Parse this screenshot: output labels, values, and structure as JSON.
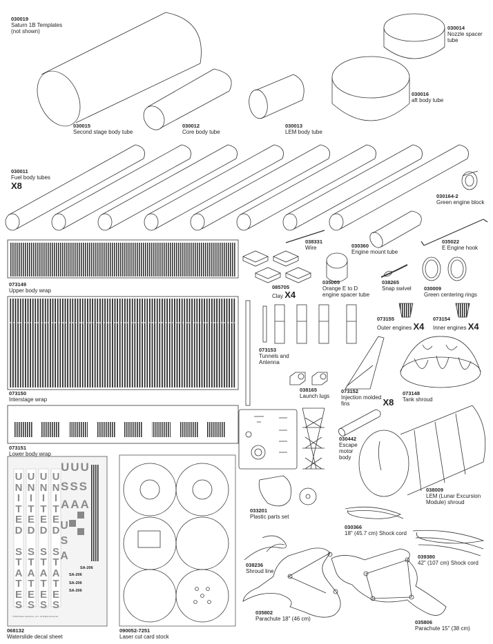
{
  "parts": {
    "p030019": {
      "number": "030019",
      "name": "Saturn 1B Templates\n(not shown)"
    },
    "p030014": {
      "number": "030014",
      "name": "Nozzle spacer\ntube"
    },
    "p030016": {
      "number": "030016",
      "name": "aft body tube"
    },
    "p030015": {
      "number": "030015",
      "name": "Second stage body tube"
    },
    "p030012": {
      "number": "030012",
      "name": "Core body tube"
    },
    "p030013": {
      "number": "030013",
      "name": "LEM body tube"
    },
    "p030011": {
      "number": "030011",
      "name": "Fuel body tubes",
      "qty": "X8"
    },
    "p0301642": {
      "number": "030164-2",
      "name": "Green engine block"
    },
    "p038331": {
      "number": "038331",
      "name": "Wire"
    },
    "p030360": {
      "number": "030360",
      "name": "Engine mount tube"
    },
    "p035022": {
      "number": "035022",
      "name": "E Engine hook"
    },
    "p073149": {
      "number": "073149",
      "name": "Upper body wrap"
    },
    "p085705": {
      "number": "085705",
      "name": "Clay",
      "qty": "X4"
    },
    "p035005": {
      "number": "035005",
      "name": "Orange E to D\nengine spacer tube"
    },
    "p038265": {
      "number": "038265",
      "name": "Snap swivel"
    },
    "p030009": {
      "number": "030009",
      "name": "Green centering rings"
    },
    "p073155": {
      "number": "073155",
      "name": "Outer engines",
      "qty": "X4"
    },
    "p073154": {
      "number": "073154",
      "name": "Inner engines",
      "qty": "X4"
    },
    "p073153": {
      "number": "073153",
      "name": "Tunnels and\nAntenna"
    },
    "p038165": {
      "number": "038165",
      "name": "Launch lugs"
    },
    "p073152": {
      "number": "073152",
      "name": "Injection molded\nfins",
      "qty": "X8"
    },
    "p073148": {
      "number": "073148",
      "name": "Tank shroud"
    },
    "p073150": {
      "number": "073150",
      "name": "Interstage wrap"
    },
    "p073151": {
      "number": "073151",
      "name": "Lower body wrap"
    },
    "p030442": {
      "number": "030442",
      "name": "Escape\nmotor\nbody"
    },
    "p038009": {
      "number": "038009",
      "name": "LEM (Lunar Excursion\nModule) shroud"
    },
    "p033201": {
      "number": "033201",
      "name": "Plastic parts set"
    },
    "p030366": {
      "number": "030366",
      "name": "18\" (45.7 cm) Shock cord"
    },
    "p039380": {
      "number": "039380",
      "name": "42\" (107 cm) Shock cord"
    },
    "p038236": {
      "number": "038236",
      "name": "Shroud line"
    },
    "p035802": {
      "number": "035802",
      "name": "Parachute 18\" (46 cm)"
    },
    "p035806": {
      "number": "035806",
      "name": "Parachute 15\" (38 cm)"
    },
    "p068132": {
      "number": "068132",
      "name": "Waterslide decal sheet"
    },
    "p0900527251": {
      "number": "090052-7251",
      "name": "Laser cut card stock"
    }
  },
  "decal": {
    "column_text": "U\nN\nI\nT\nE\nD\n\nS\nT\nA\nT\nE\nS",
    "row_uuu": "UUU",
    "row_sss": "SSS",
    "row_aaa": "AAA",
    "usa_column": "U\nS\nA",
    "stage_label": "SA-206",
    "fine_print": "©2019 Estes Industries, LLC. All Rights Reserved."
  }
}
